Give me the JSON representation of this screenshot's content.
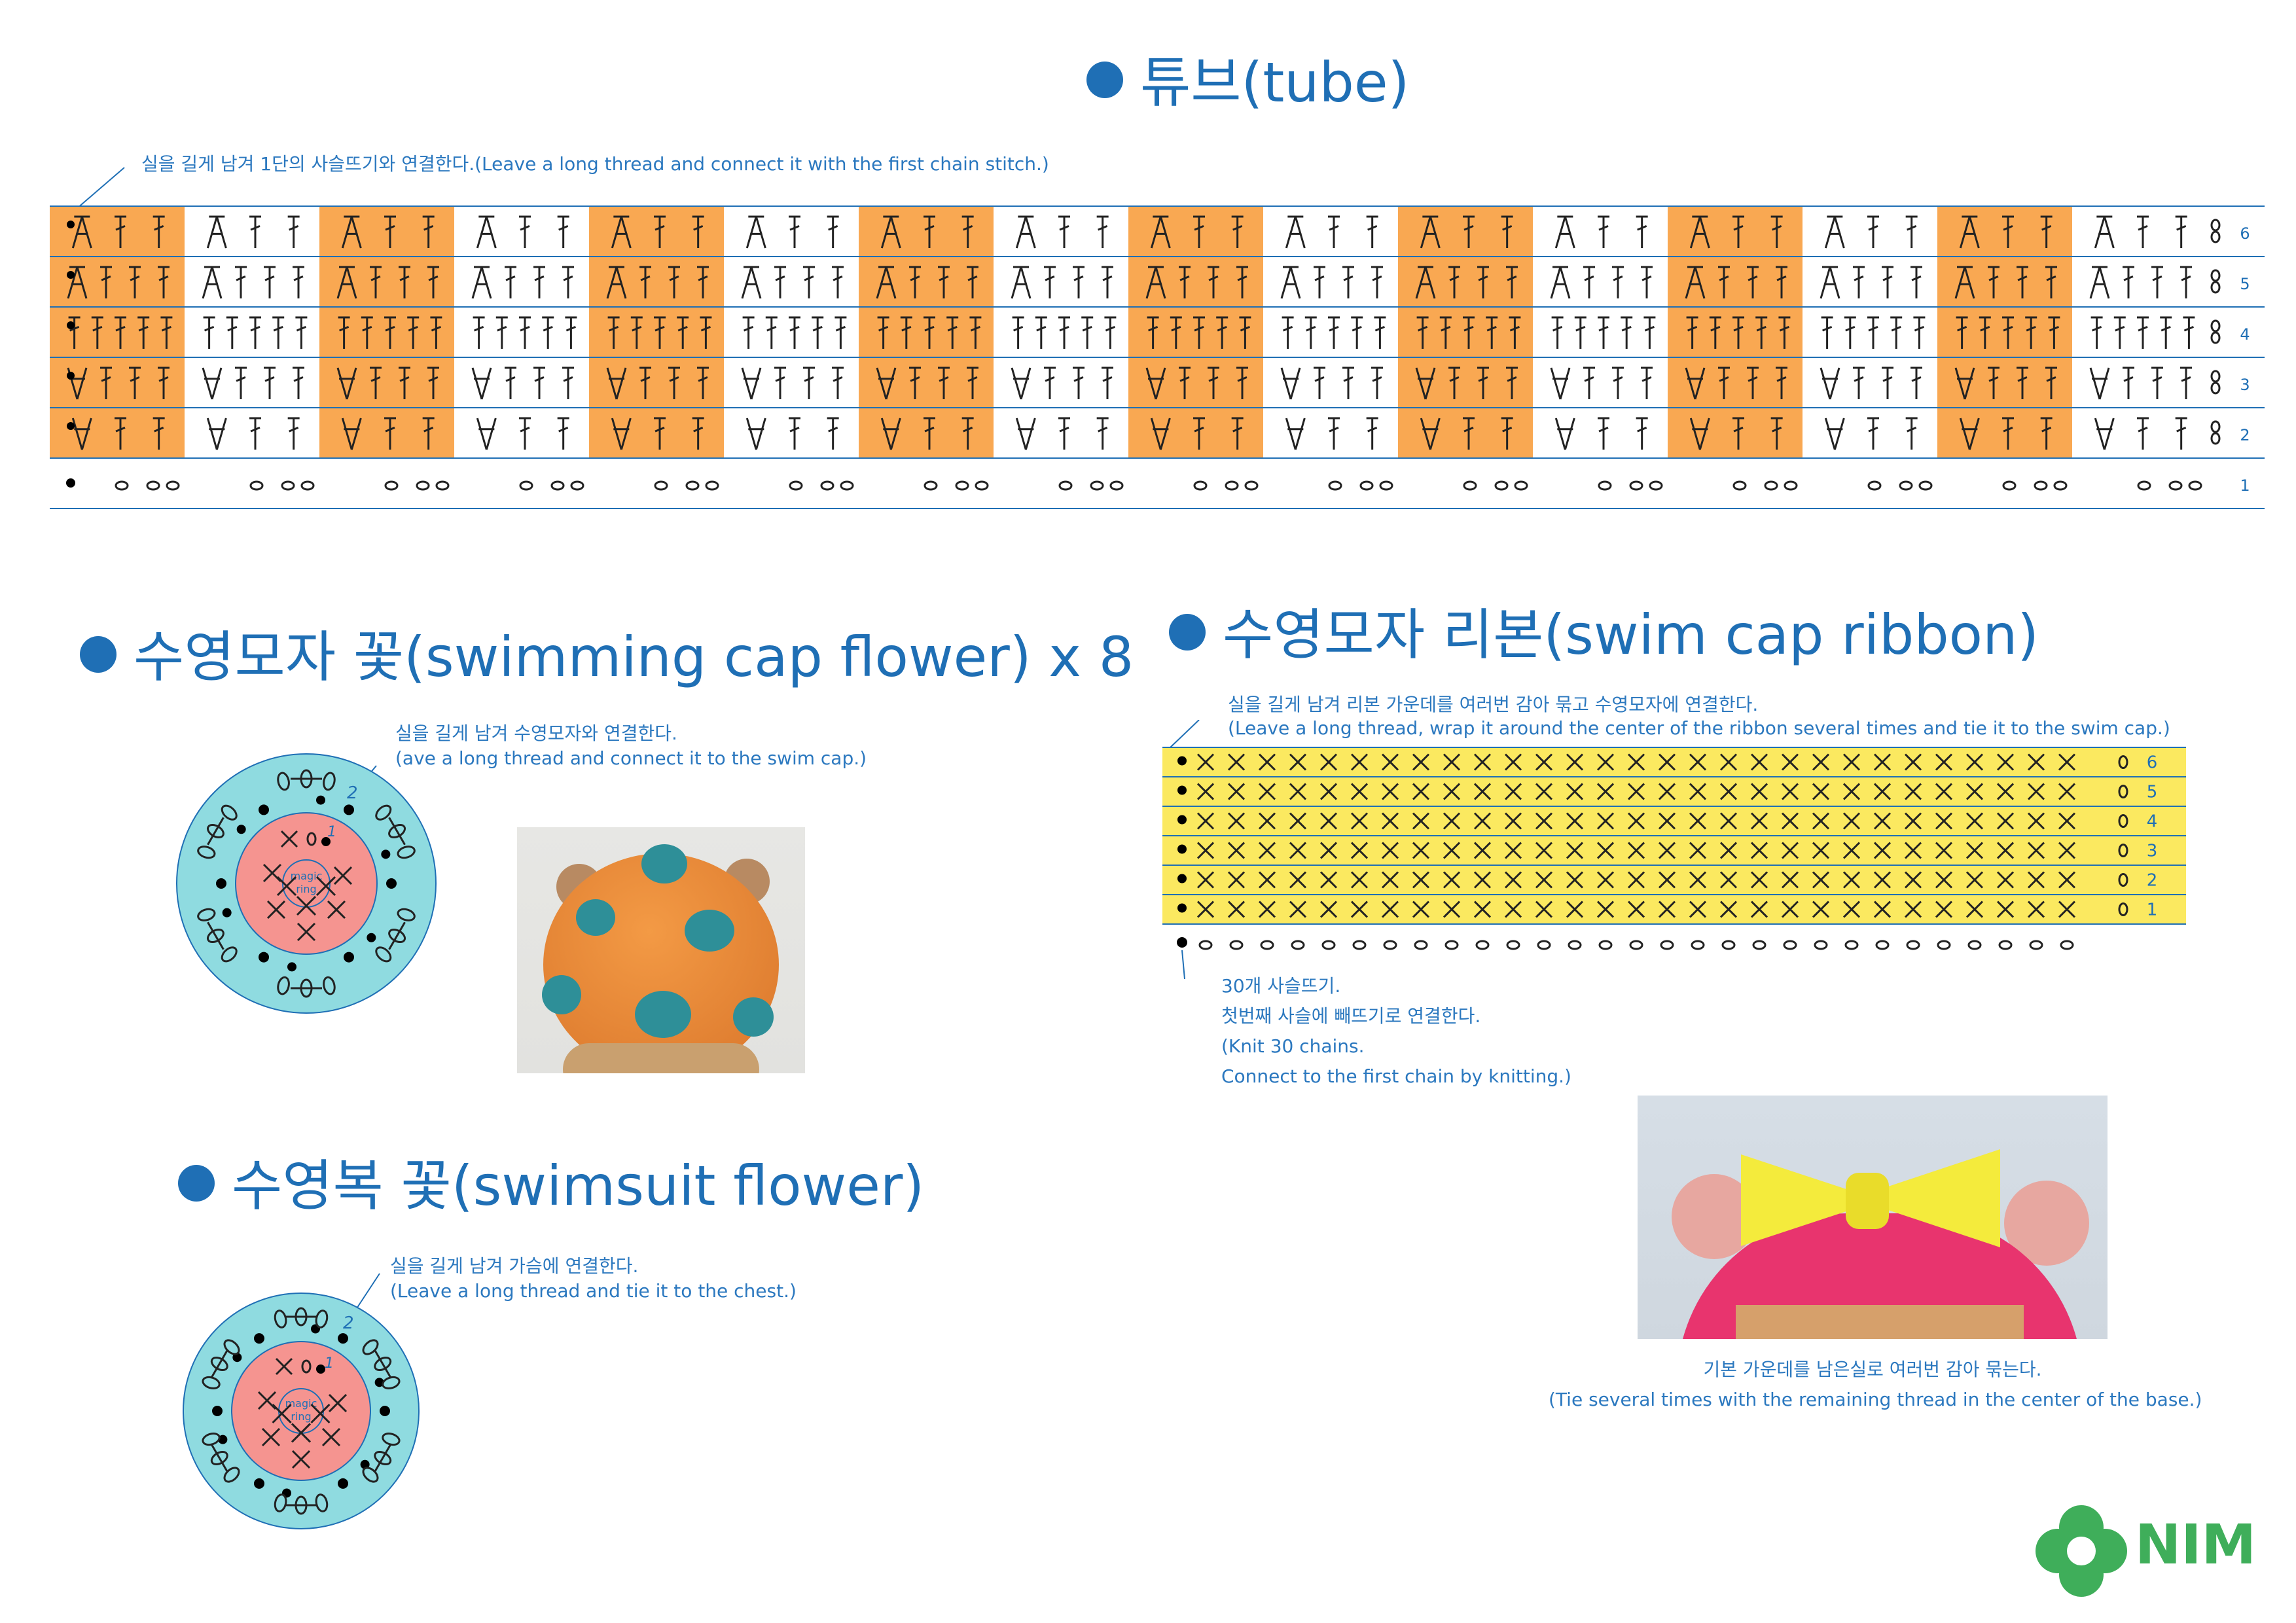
{
  "sections": {
    "tube": {
      "title": "튜브(tube)",
      "note": "실을 길게 남겨 1단의 사슬뜨기와 연결한다.(Leave a long thread and connect it with the first chain stitch.)",
      "row_numbers": [
        "6",
        "5",
        "4",
        "3",
        "2",
        "1"
      ]
    },
    "cap_flower": {
      "title": "수영모자 꽃(swimming cap flower) x 8",
      "note_ko": "실을 길게 남겨 수영모자와 연결한다.",
      "note_en": "(ave a long thread and connect it to the swim cap.)",
      "ring_label_1": "magic",
      "ring_label_2": "ring",
      "round_1": "1",
      "round_2": "2"
    },
    "ribbon": {
      "title": "수영모자 리본(swim cap ribbon)",
      "note_ko": "실을 길게 남겨 리본 가운데를 여러번 감아 묶고 수영모자에 연결한다.",
      "note_en": "(Leave a long thread, wrap it around the center of the ribbon several times and tie it to the swim cap.)",
      "row_numbers": [
        "6",
        "5",
        "4",
        "3",
        "2",
        "1"
      ],
      "chain_note_1": "30개 사슬뜨기.",
      "chain_note_2": "첫번째 사슬에 빼뜨기로 연결한다.",
      "chain_note_3": "(Knit 30 chains.",
      "chain_note_4": "Connect to the first chain by knitting.)",
      "photo_caption_ko": "기본 가운데를 남은실로 여러번 감아 묶는다.",
      "photo_caption_en": "(Tie several times with the remaining thread in the center of the base.)"
    },
    "suit_flower": {
      "title": "수영복 꽃(swimsuit flower)",
      "note_ko": "실을 길게 남겨 가슴에 연결한다.",
      "note_en": "(Leave a long thread and tie it to the chest.)",
      "ring_label_1": "magic",
      "ring_label_2": "ring",
      "round_1": "1",
      "round_2": "2"
    }
  },
  "brand": {
    "name": "NIM"
  },
  "colors": {
    "accent": "#1f6fb5",
    "tube_orange": "#f9a852",
    "ribbon_yellow": "#fbe960",
    "flower_outer": "#8fdbe0",
    "flower_inner": "#f59490",
    "logo_green": "#3fae5a"
  },
  "icons": {
    "bullet": "filled-circle",
    "logo": "four-petal-flower-icon"
  }
}
